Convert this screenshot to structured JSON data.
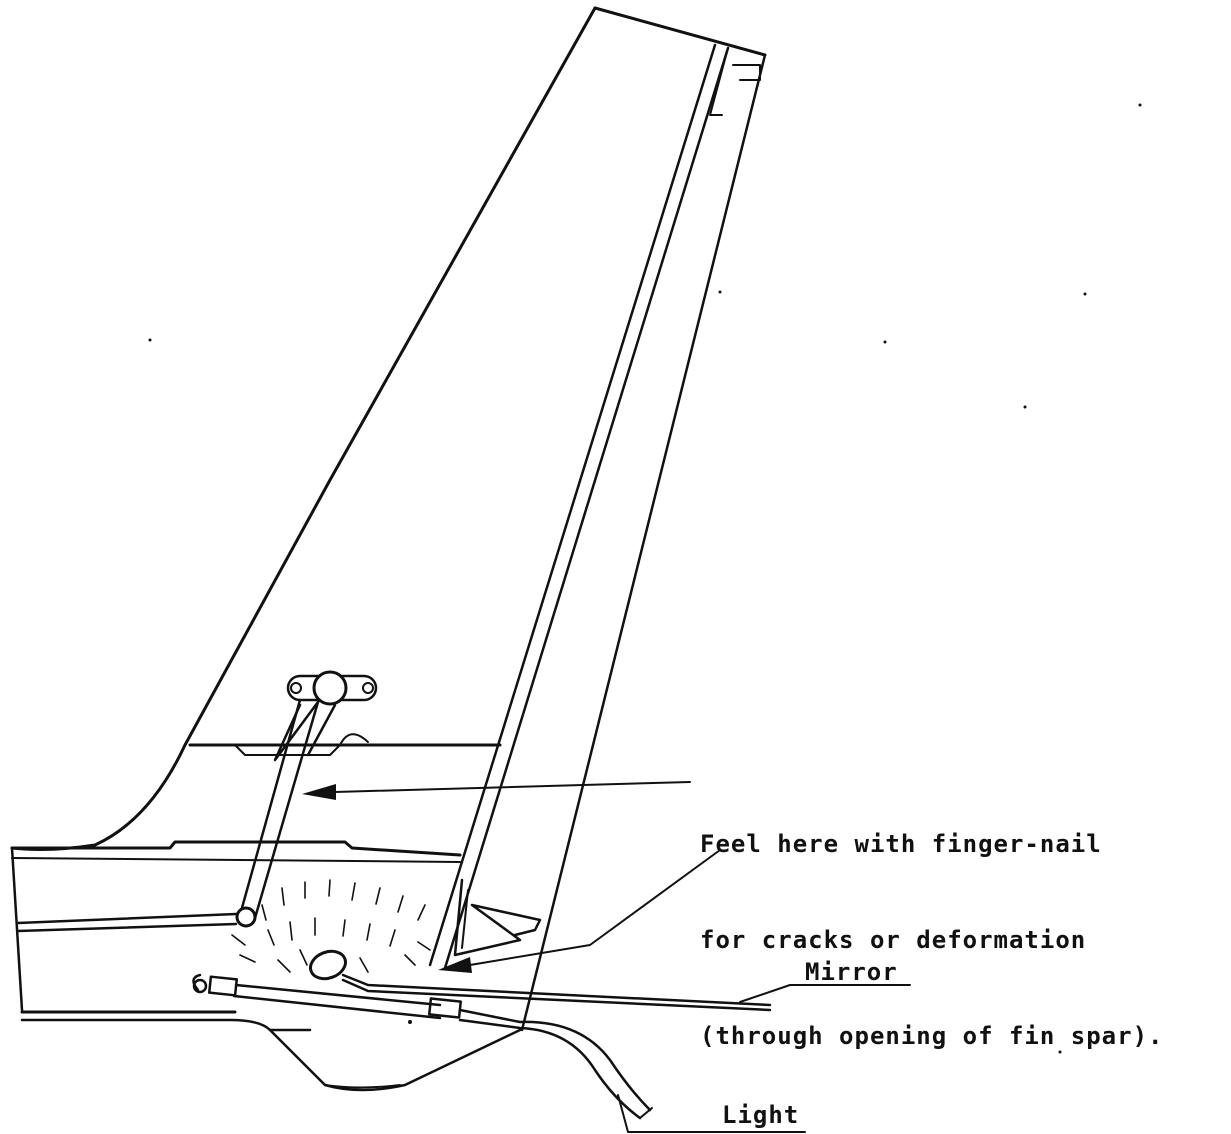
{
  "diagram": {
    "annotation_main": {
      "line1": "Feel here with finger-nail",
      "line2": "for cracks or deformation",
      "line3": "(through opening of fin spar)."
    },
    "label_mirror": "Mirror",
    "label_light": "Light"
  }
}
